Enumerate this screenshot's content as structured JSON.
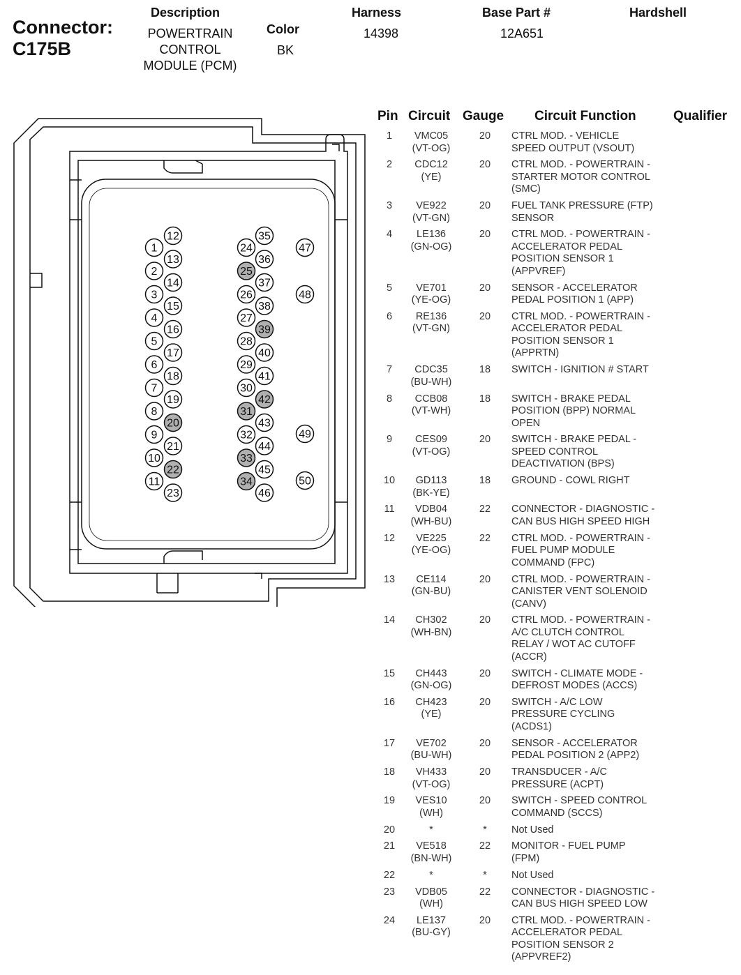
{
  "header": {
    "connector_label": "Connector:",
    "connector_id": "C175B",
    "description_label": "Description",
    "description_lines": [
      "POWERTRAIN",
      "CONTROL",
      "MODULE (PCM)"
    ],
    "color_label": "Color",
    "color_value": "BK",
    "harness_label": "Harness",
    "harness_value": "14398",
    "base_part_label": "Base Part #",
    "base_part_value": "12A651",
    "hardshell_label": "Hardshell"
  },
  "diagram": {
    "shaded_pins": [
      20,
      22,
      25,
      31,
      33,
      34,
      39,
      42
    ],
    "colors": {
      "shaded": "#b0b0b0",
      "outline": "#111111"
    }
  },
  "table": {
    "headers": [
      "Pin",
      "Circuit",
      "Gauge",
      "Circuit Function",
      "Qualifier"
    ],
    "rows": [
      {
        "pin": "1",
        "circuit": [
          "VMC05",
          "(VT-OG)"
        ],
        "gauge": "20",
        "function": [
          "CTRL MOD. - VEHICLE",
          "SPEED OUTPUT (VSOUT)"
        ]
      },
      {
        "pin": "2",
        "circuit": [
          "CDC12",
          "(YE)"
        ],
        "gauge": "20",
        "function": [
          "CTRL MOD. - POWERTRAIN -",
          "STARTER MOTOR CONTROL",
          "(SMC)"
        ]
      },
      {
        "pin": "3",
        "circuit": [
          "VE922",
          "(VT-GN)"
        ],
        "gauge": "20",
        "function": [
          "FUEL TANK PRESSURE (FTP)",
          "SENSOR"
        ]
      },
      {
        "pin": "4",
        "circuit": [
          "LE136",
          "(GN-OG)"
        ],
        "gauge": "20",
        "function": [
          "CTRL MOD. - POWERTRAIN -",
          "ACCELERATOR PEDAL",
          "POSITION SENSOR 1",
          "(APPVREF)"
        ]
      },
      {
        "pin": "5",
        "circuit": [
          "VE701",
          "(YE-OG)"
        ],
        "gauge": "20",
        "function": [
          "SENSOR - ACCELERATOR",
          "PEDAL POSITION 1 (APP)"
        ]
      },
      {
        "pin": "6",
        "circuit": [
          "RE136",
          "(VT-GN)"
        ],
        "gauge": "20",
        "function": [
          "CTRL MOD. - POWERTRAIN -",
          "ACCELERATOR PEDAL",
          "POSITION SENSOR 1",
          "(APPRTN)"
        ]
      },
      {
        "pin": "7",
        "circuit": [
          "CDC35",
          "(BU-WH)"
        ],
        "gauge": "18",
        "function": [
          "SWITCH - IGNITION # START"
        ]
      },
      {
        "pin": "8",
        "circuit": [
          "CCB08",
          "(VT-WH)"
        ],
        "gauge": "18",
        "function": [
          "SWITCH - BRAKE PEDAL",
          "POSITION (BPP) NORMAL",
          "OPEN"
        ]
      },
      {
        "pin": "9",
        "circuit": [
          "CES09",
          "(VT-OG)"
        ],
        "gauge": "20",
        "function": [
          "SWITCH - BRAKE PEDAL -",
          "SPEED CONTROL",
          "DEACTIVATION (BPS)"
        ]
      },
      {
        "pin": "10",
        "circuit": [
          "GD113",
          "(BK-YE)"
        ],
        "gauge": "18",
        "function": [
          "GROUND - COWL RIGHT"
        ]
      },
      {
        "pin": "11",
        "circuit": [
          "VDB04",
          "(WH-BU)"
        ],
        "gauge": "22",
        "function": [
          "CONNECTOR - DIAGNOSTIC -",
          "CAN BUS HIGH SPEED HIGH"
        ]
      },
      {
        "pin": "12",
        "circuit": [
          "VE225",
          "(YE-OG)"
        ],
        "gauge": "22",
        "function": [
          "CTRL MOD. - POWERTRAIN -",
          "FUEL PUMP MODULE",
          "COMMAND (FPC)"
        ]
      },
      {
        "pin": "13",
        "circuit": [
          "CE114",
          "(GN-BU)"
        ],
        "gauge": "20",
        "function": [
          "CTRL MOD. - POWERTRAIN -",
          "CANISTER VENT SOLENOID",
          "(CANV)"
        ]
      },
      {
        "pin": "14",
        "circuit": [
          "CH302",
          "(WH-BN)"
        ],
        "gauge": "20",
        "function": [
          "CTRL MOD. - POWERTRAIN -",
          "A/C CLUTCH CONTROL",
          "RELAY / WOT AC CUTOFF",
          "(ACCR)"
        ]
      },
      {
        "pin": "15",
        "circuit": [
          "CH443",
          "(GN-OG)"
        ],
        "gauge": "20",
        "function": [
          "SWITCH - CLIMATE MODE -",
          "DEFROST MODES (ACCS)"
        ]
      },
      {
        "pin": "16",
        "circuit": [
          "CH423",
          "(YE)"
        ],
        "gauge": "20",
        "function": [
          "SWITCH - A/C LOW",
          "PRESSURE CYCLING",
          "(ACDS1)"
        ]
      },
      {
        "pin": "17",
        "circuit": [
          "VE702",
          "(BU-WH)"
        ],
        "gauge": "20",
        "function": [
          "SENSOR - ACCELERATOR",
          "PEDAL POSITION 2 (APP2)"
        ]
      },
      {
        "pin": "18",
        "circuit": [
          "VH433",
          "(VT-OG)"
        ],
        "gauge": "20",
        "function": [
          "TRANSDUCER - A/C",
          "PRESSURE (ACPT)"
        ]
      },
      {
        "pin": "19",
        "circuit": [
          "VES10",
          "(WH)"
        ],
        "gauge": "20",
        "function": [
          "SWITCH - SPEED CONTROL",
          "COMMAND (SCCS)"
        ]
      },
      {
        "pin": "20",
        "circuit": [
          "*"
        ],
        "gauge": "*",
        "function": [
          "Not Used"
        ]
      },
      {
        "pin": "21",
        "circuit": [
          "VE518",
          "(BN-WH)"
        ],
        "gauge": "22",
        "function": [
          "MONITOR - FUEL PUMP",
          "(FPM)"
        ]
      },
      {
        "pin": "22",
        "circuit": [
          "*"
        ],
        "gauge": "*",
        "function": [
          "Not Used"
        ]
      },
      {
        "pin": "23",
        "circuit": [
          "VDB05",
          "(WH)"
        ],
        "gauge": "22",
        "function": [
          "CONNECTOR - DIAGNOSTIC -",
          "CAN BUS HIGH SPEED LOW"
        ]
      },
      {
        "pin": "24",
        "circuit": [
          "LE137",
          "(BU-GY)"
        ],
        "gauge": "20",
        "function": [
          "CTRL MOD. - POWERTRAIN -",
          "ACCELERATOR PEDAL",
          "POSITION SENSOR 2",
          "(APPVREF2)"
        ]
      }
    ]
  }
}
